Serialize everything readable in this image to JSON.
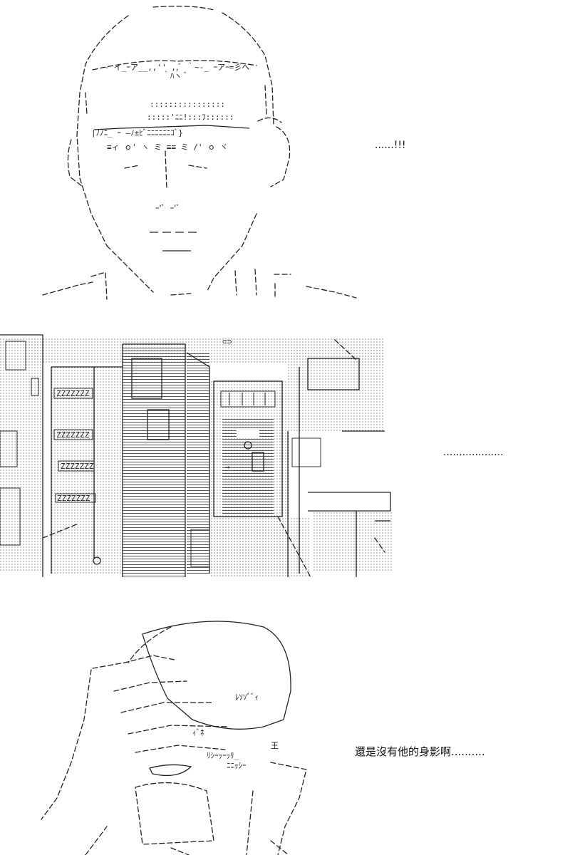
{
  "captions": {
    "panel1": "......!!!",
    "panel2": "...................",
    "panel3": "還是沒有他的身影啊..........",
    "door_marker": "⊂⊃",
    "sign_text": "ZZZZZZZ",
    "face_mark": "≡ィ ｏ' ヽ ミ ≡≡ ミ /' ｏ ヾ"
  }
}
